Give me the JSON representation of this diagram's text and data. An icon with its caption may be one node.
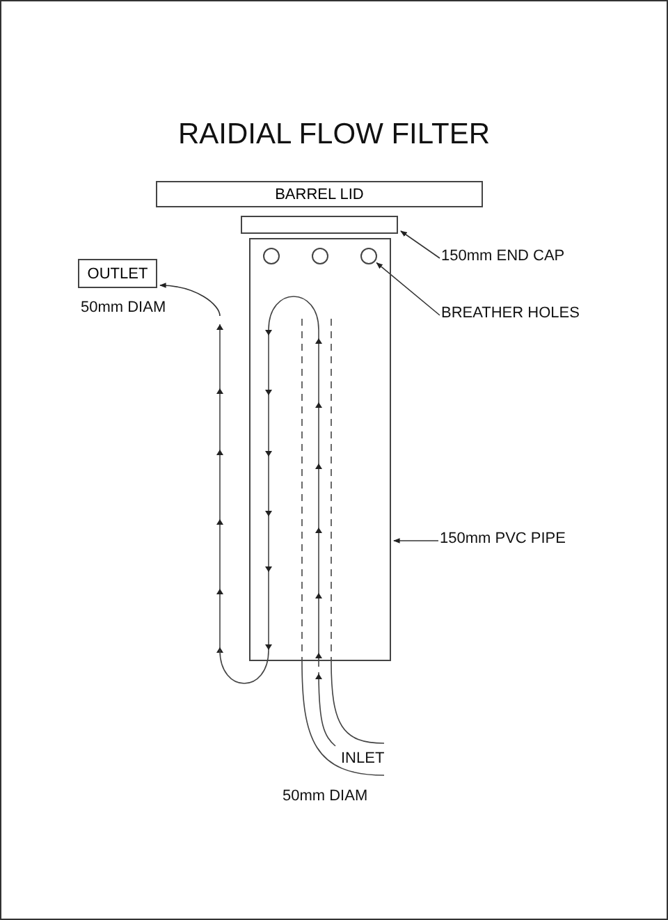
{
  "diagram": {
    "title": "RAIDIAL FLOW FILTER",
    "nodes": [
      {
        "text": [
          "BARREL LID"
        ]
      },
      {
        "text": [],
        "shape": "box"
      },
      {
        "text": [],
        "shape": "box"
      },
      {
        "text": [],
        "shape": "circle",
        "in": 2
      },
      {
        "text": [],
        "shape": "circle",
        "in": 2
      },
      {
        "text": [],
        "shape": "circle",
        "in": 2
      },
      {
        "text": [
          "150mm END CAP"
        ]
      },
      {
        "text": [
          "BREATHER HOLES"
        ]
      },
      {
        "text": [
          "150mm PVC PIPE"
        ]
      },
      {
        "text": [
          "OUTLET"
        ],
        "beside": [
          "50mm DIAM"
        ]
      }
    ],
    "edges": [
      {
        "from": 6,
        "to": 1,
        "arrow": "to"
      },
      {
        "from": 7,
        "to": 5,
        "arrow": "to"
      },
      {
        "from": 8,
        "to": 2,
        "arrow": "to"
      },
      {
        "from": null,
        "to": 9,
        "arrow": "to"
      }
    ],
    "labels": [
      "INLET",
      "50mm DIAM"
    ]
  }
}
